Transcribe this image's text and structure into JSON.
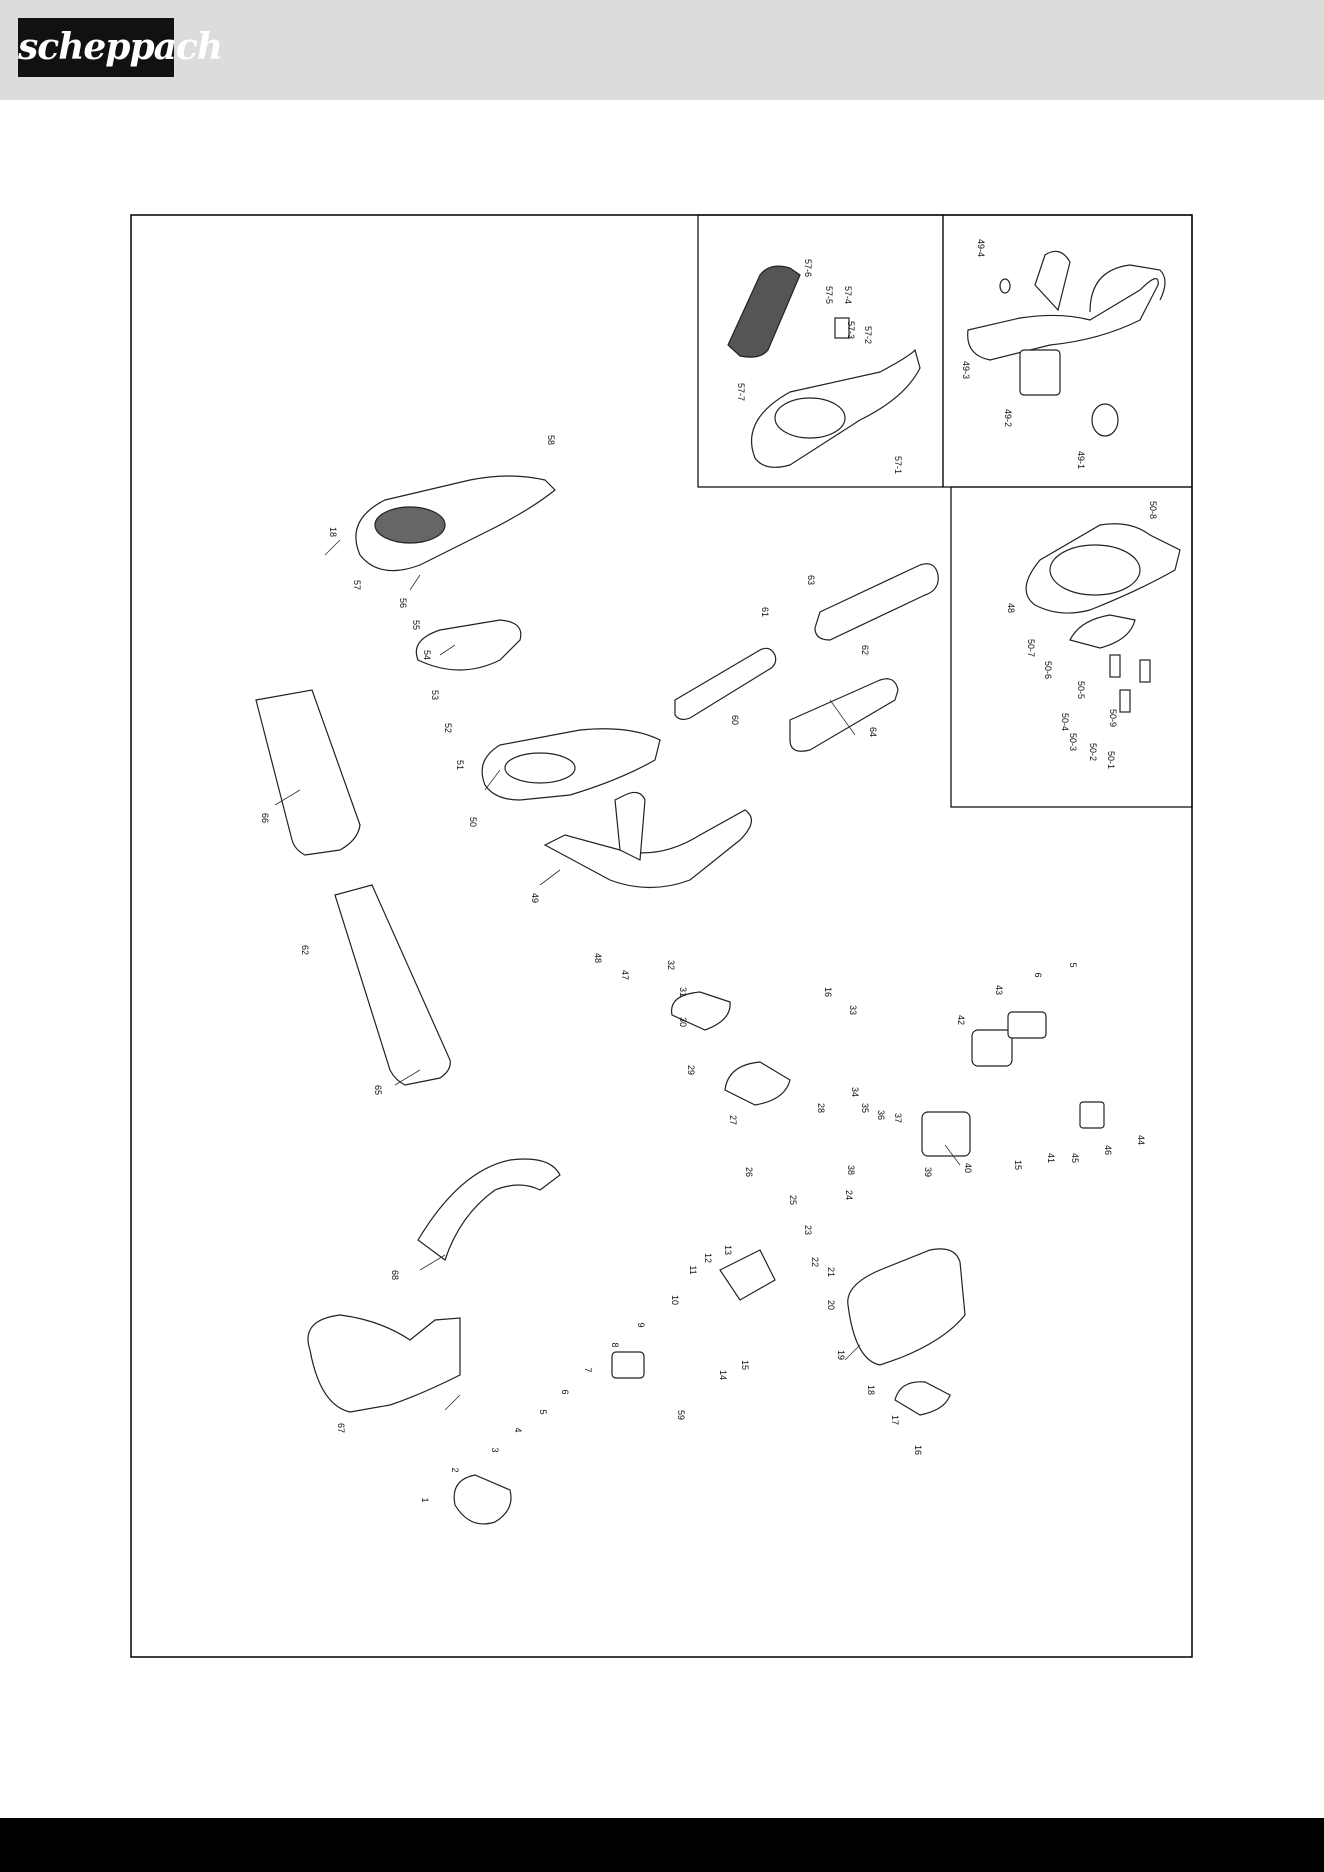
{
  "brand": {
    "logo_text": "scheppach",
    "header_color": "#dcdcdc",
    "footer_color": "#000000"
  },
  "diagram": {
    "type": "exploded-parts-view",
    "callouts": [
      "1",
      "2",
      "3",
      "4",
      "5",
      "6",
      "7",
      "8",
      "9",
      "10",
      "11",
      "12",
      "13",
      "14",
      "15",
      "16",
      "17",
      "18",
      "19",
      "20",
      "21",
      "22",
      "23",
      "24",
      "25",
      "26",
      "27",
      "28",
      "29",
      "30",
      "31",
      "32",
      "33",
      "34",
      "35",
      "36",
      "37",
      "38",
      "39",
      "40",
      "41",
      "42",
      "43",
      "44",
      "45",
      "46",
      "47",
      "48",
      "49",
      "50",
      "51",
      "52",
      "53",
      "54",
      "55",
      "56",
      "57",
      "58",
      "59",
      "60",
      "61",
      "62",
      "63",
      "64",
      "65",
      "66",
      "67",
      "68"
    ],
    "extra_callouts": [
      "5",
      "6",
      "15",
      "16",
      "18",
      "62"
    ],
    "inset_a_callouts": [
      "57-1",
      "57-2",
      "57-3",
      "57-4",
      "57-5",
      "57-6",
      "57-7"
    ],
    "inset_b_callouts": [
      "49-1",
      "49-2",
      "49-3",
      "49-4"
    ],
    "inset_c_callouts": [
      "50-1",
      "50-2",
      "50-3",
      "50-4",
      "50-5",
      "50-6",
      "50-7",
      "50-8",
      "50-9",
      "48"
    ]
  }
}
